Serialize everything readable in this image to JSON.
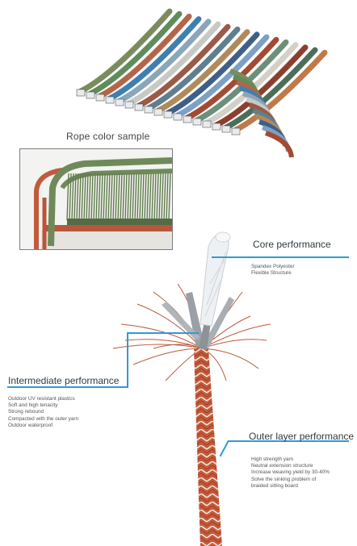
{
  "rope_samples": {
    "caption": "Rope color sample",
    "colors": [
      "#7a8c5f",
      "#5e8c5a",
      "#b3654a",
      "#3f7fb0",
      "#8aa6b8",
      "#c9c9c4",
      "#9a5a45",
      "#5f7f8f",
      "#b08a5a",
      "#3e5f8a",
      "#7da0c4",
      "#a44a32",
      "#6b8f7a",
      "#d3d0c8",
      "#8c3e2e",
      "#4c6e58",
      "#c07a4a"
    ]
  },
  "colors": {
    "accent_line": "#2f9ad6",
    "chair_green": "#6f8a5a",
    "chair_orange": "#c25a3a",
    "rope_orange": "#c45a3a",
    "core_white": "#eef1f4",
    "inner_grey": "#9aa0a6"
  },
  "core": {
    "title": "Core performance",
    "items": [
      "Spandex Polyester",
      "Flexible Structure"
    ]
  },
  "intermediate": {
    "title": "Intermediate performance",
    "items": [
      "Outdoor UV resistant plastics",
      "Soft and high tenacity",
      "Strong rebound",
      "Compacted with the outer yarn",
      "Outdoor waterproof"
    ]
  },
  "outer": {
    "title": "Outer layer performance",
    "items": [
      "High strength yarn",
      "Neutral extension structure",
      "Increase weaving yield by 30-40%",
      "Solve the sinking problem of",
      "braided sitting board"
    ]
  }
}
